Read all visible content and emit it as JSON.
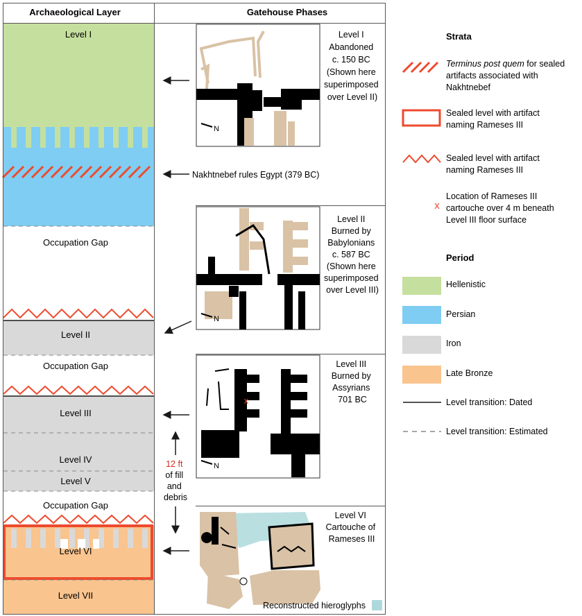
{
  "headers": {
    "archaeological_layer": "Archaeological Layer",
    "gatehouse_phases": "Gatehouse Phases"
  },
  "layers": {
    "level_1": "Level I",
    "gap_1": "Occupation Gap",
    "level_2": "Level II",
    "gap_2": "Occupation Gap",
    "level_3": "Level III",
    "level_4": "Level IV",
    "level_5": "Level V",
    "gap_3": "Occupation Gap",
    "level_6": "Level VI",
    "level_7": "Level VII"
  },
  "phases": {
    "p1": [
      "Level I",
      "Abandoned",
      "c. 150 BC",
      "(Shown here",
      "superimposed",
      "over Level II)"
    ],
    "nakhtnebef": "Nakhtnebef rules Egypt (379 BC)",
    "p2": [
      "Level II",
      "Burned by",
      "Babylonians",
      "c. 587 BC",
      "(Shown here",
      "superimposed",
      "over Level III)"
    ],
    "p3": [
      "Level III",
      "Burned by",
      "Assyrians",
      "701 BC"
    ],
    "p6": [
      "Level VI",
      "Cartouche of",
      "Rameses III"
    ],
    "fill": [
      "12 ft",
      "of fill",
      "and",
      "debris"
    ],
    "north": "N",
    "reconstructed": "Reconstructed hieroglyphs"
  },
  "legend": {
    "strata_title": "Strata",
    "tpq_italic": "Terminus post quem",
    "tpq_rest": " for sealed",
    "tpq_lines": [
      "artifacts associated with",
      "Nakhtnebef"
    ],
    "sealed_box": [
      "Sealed level with artifact",
      "naming Rameses III"
    ],
    "sealed_zigzag": [
      "Sealed level with artifact",
      "naming Rameses III"
    ],
    "cartouche_loc": [
      "Location of Rameses III",
      "cartouche over 4 m beneath",
      "Level III floor surface"
    ],
    "period_title": "Period",
    "hellenistic": "Hellenistic",
    "persian": "Persian",
    "iron": "Iron",
    "late_bronze": "Late Bronze",
    "dated": "Level transition: Dated",
    "estimated": "Level transition: Estimated"
  },
  "colors": {
    "hellenistic": "#c5df9e",
    "persian": "#7fcdf2",
    "iron": "#d9d9d9",
    "late_bronze": "#f9c48e",
    "red": "#ee4a2d",
    "sand": "#d9c2a6",
    "hiero_blue": "#add9dc"
  }
}
